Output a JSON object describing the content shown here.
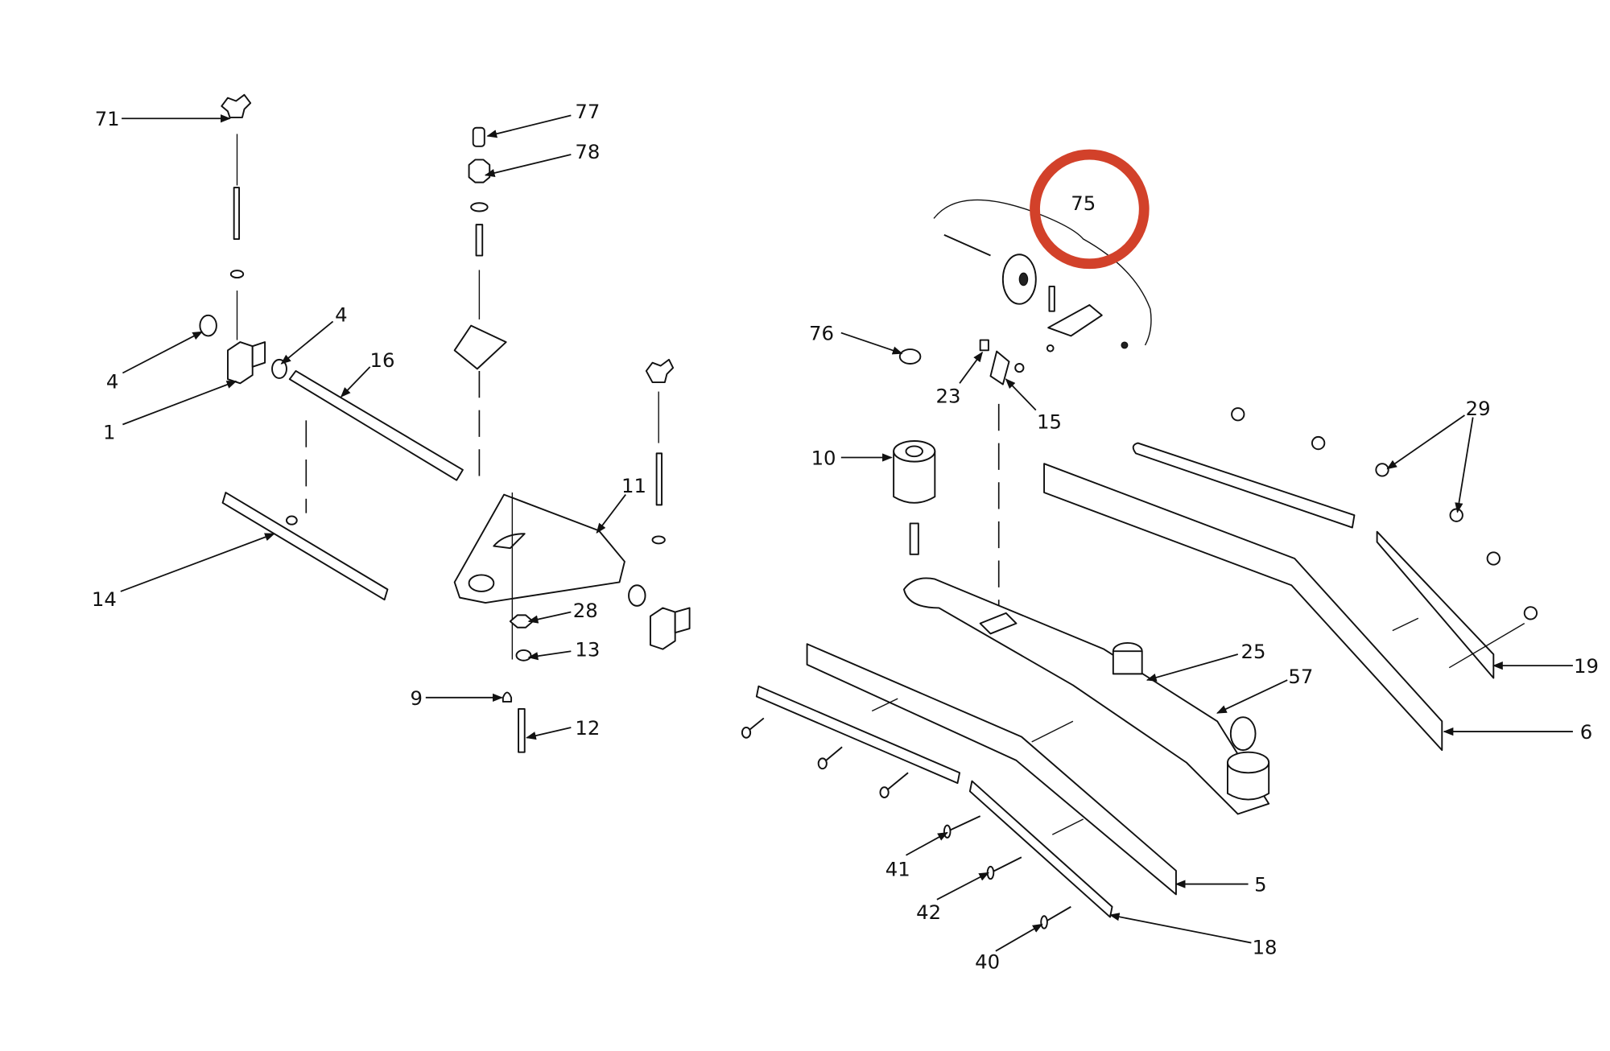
{
  "diagram": {
    "type": "exploded parts diagram",
    "highlight_color": "#d2412a",
    "highlighted_callout": "75",
    "callouts": {
      "c71": "71",
      "c77": "77",
      "c78": "78",
      "c4a": "4",
      "c4b": "4",
      "c16": "16",
      "c1": "1",
      "c11": "11",
      "c14": "14",
      "c28": "28",
      "c13": "13",
      "c9": "9",
      "c12": "12",
      "c75": "75",
      "c76": "76",
      "c23": "23",
      "c15": "15",
      "c10": "10",
      "c29": "29",
      "c19": "19",
      "c25": "25",
      "c57": "57",
      "c6": "6",
      "c5": "5",
      "c41": "41",
      "c42": "42",
      "c18": "18",
      "c40": "40"
    }
  }
}
